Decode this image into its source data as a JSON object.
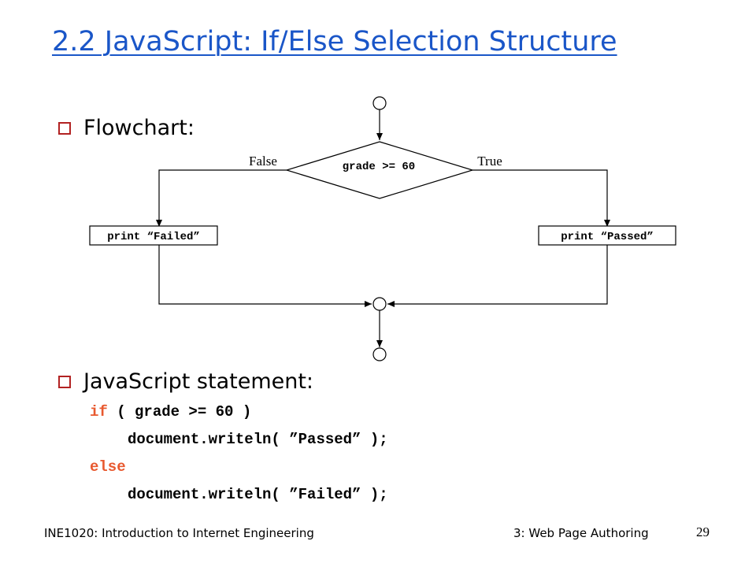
{
  "slide": {
    "title": "2.2 JavaScript: If/Else Selection Structure",
    "bullet1": "Flowchart:",
    "bullet2": "JavaScript statement:"
  },
  "flowchart": {
    "condition": "grade >= 60",
    "false_label": "False",
    "true_label": "True",
    "false_action": "print “Failed”",
    "true_action": "print “Passed”"
  },
  "code": {
    "kw_if": "if",
    "line1_rest": " ( grade >= 60 )",
    "line2": "document.writeln( ”Passed” );",
    "kw_else": "else",
    "line4": "document.writeln( ”Failed” );"
  },
  "footer": {
    "course": "INE1020: Introduction to Internet Engineering",
    "chapter": "3: Web Page Authoring",
    "page": "29"
  },
  "colors": {
    "title": "#1a56c8",
    "keyword": "#e8592f",
    "bullet": "#b22222"
  }
}
